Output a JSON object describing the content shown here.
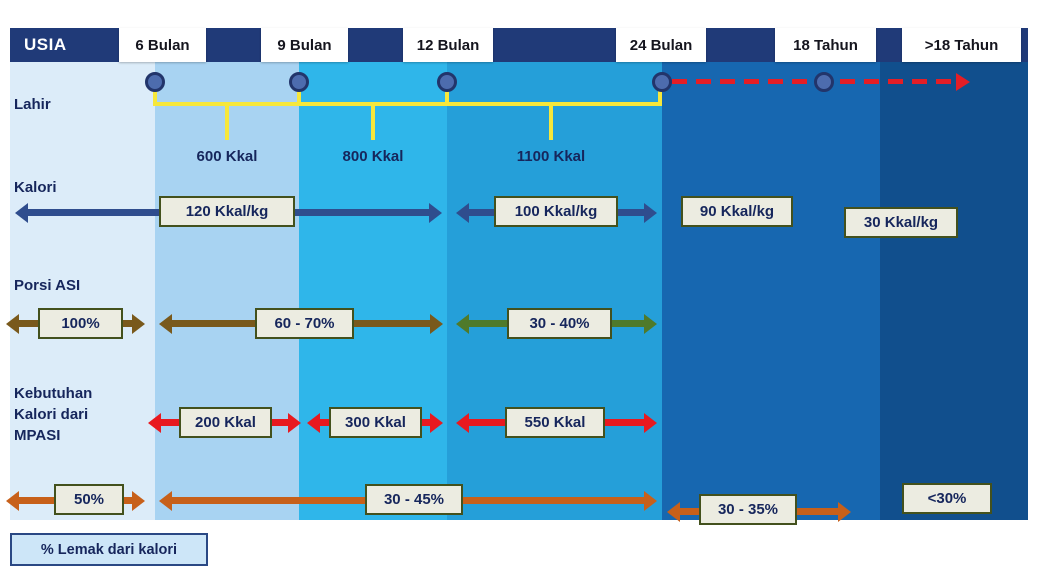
{
  "header": {
    "title": "USIA",
    "ages": [
      "6 Bulan",
      "9 Bulan",
      "12 Bulan",
      "24 Bulan",
      "18 Tahun",
      ">18 Tahun"
    ]
  },
  "row_labels": {
    "birth": "Lahir",
    "calories": "Kalori",
    "breastmilk": "Porsi ASI",
    "mpasi": "Kebutuhan Kalori dari MPASI"
  },
  "daily_calories": [
    "600 Kkal",
    "800 Kkal",
    "1100 Kkal"
  ],
  "calories_per_kg": [
    "120 Kkal/kg",
    "100 Kkal/kg",
    "90 Kkal/kg",
    "30 Kkal/kg"
  ],
  "breastmilk_portion": [
    "100%",
    "60 - 70%",
    "30 - 40%"
  ],
  "mpasi_calories": [
    "200 Kkal",
    "300 Kkal",
    "550 Kkal"
  ],
  "fat_percent": [
    "50%",
    "30 - 45%",
    "30 - 35%",
    "<30%"
  ],
  "legend": "% Lemak dari kalori",
  "colors": {
    "header_navy": "#203a78",
    "arrow_navy": "#2f4d8e",
    "arrow_brown": "#79591c",
    "arrow_green": "#4f7a2a",
    "arrow_red": "#e8191f",
    "arrow_orange": "#c7601a",
    "bracket_yellow": "#f6e73b",
    "dashed_red": "#e41e26",
    "box_fill": "#ecece1",
    "box_border": "#43511d",
    "bands": [
      "#dcecf9",
      "#a8d3f2",
      "#2fb6ea",
      "#259fd9",
      "#1767b0",
      "#114f8d"
    ]
  }
}
